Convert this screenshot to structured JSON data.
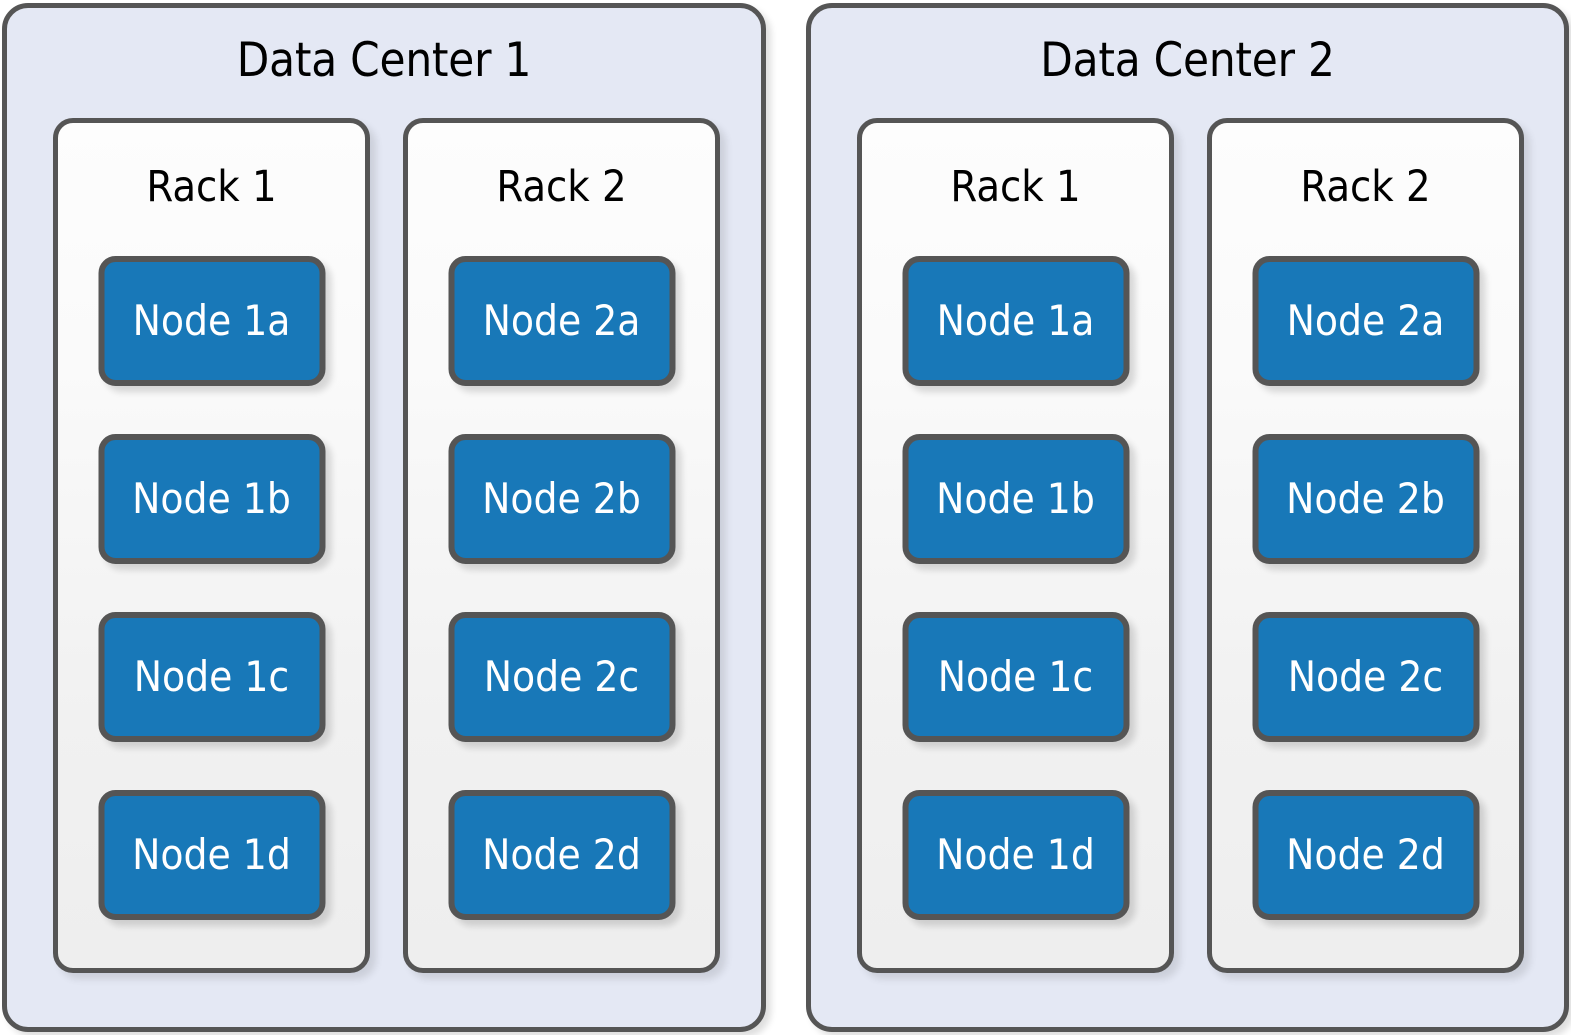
{
  "diagram": {
    "type": "infrastructure-topology",
    "colors": {
      "datacenter_background": "#e4e8f4",
      "rack_background": "#fafafa",
      "node_fill": "#1878b8",
      "node_text": "#ffffff",
      "border": "#555555",
      "page_background": "#ffffff"
    },
    "datacenters": [
      {
        "title": "Data Center 1",
        "racks": [
          {
            "title": "Rack 1",
            "nodes": [
              {
                "label": "Node 1a"
              },
              {
                "label": "Node 1b"
              },
              {
                "label": "Node 1c"
              },
              {
                "label": "Node 1d"
              }
            ]
          },
          {
            "title": "Rack 2",
            "nodes": [
              {
                "label": "Node 2a"
              },
              {
                "label": "Node 2b"
              },
              {
                "label": "Node 2c"
              },
              {
                "label": "Node 2d"
              }
            ]
          }
        ]
      },
      {
        "title": "Data Center 2",
        "racks": [
          {
            "title": "Rack 1",
            "nodes": [
              {
                "label": "Node 1a"
              },
              {
                "label": "Node 1b"
              },
              {
                "label": "Node 1c"
              },
              {
                "label": "Node 1d"
              }
            ]
          },
          {
            "title": "Rack 2",
            "nodes": [
              {
                "label": "Node 2a"
              },
              {
                "label": "Node 2b"
              },
              {
                "label": "Node 2c"
              },
              {
                "label": "Node 2d"
              }
            ]
          }
        ]
      }
    ]
  }
}
